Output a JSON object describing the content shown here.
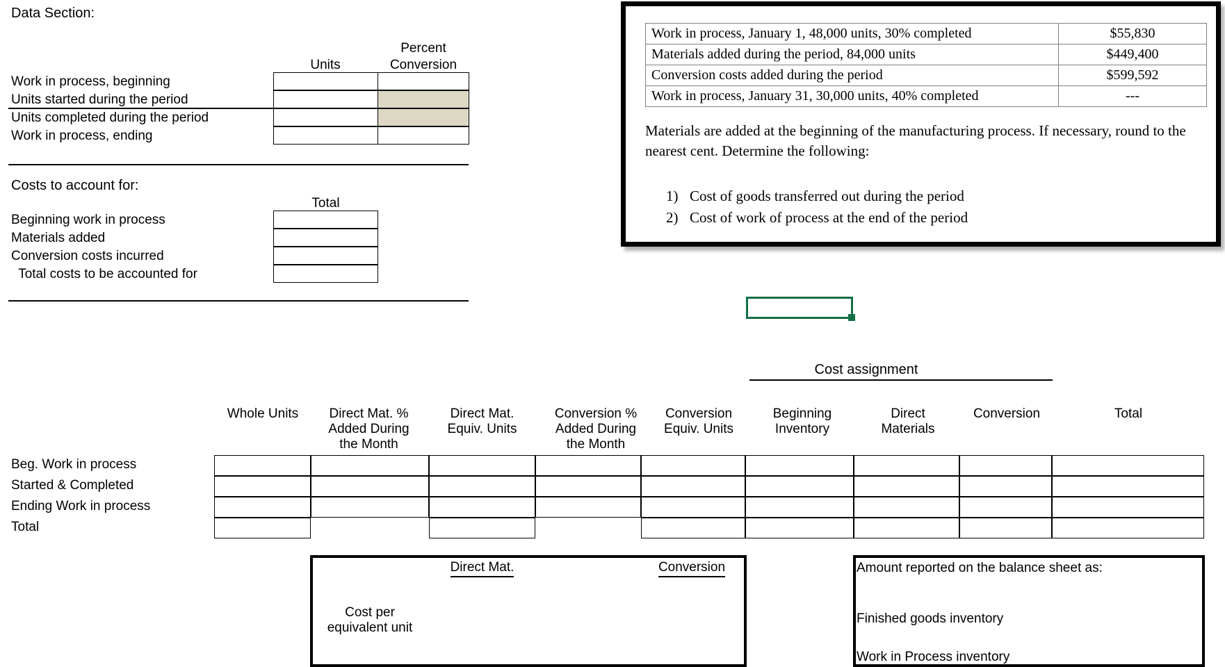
{
  "data_section": {
    "title": "Data Section:",
    "headers": {
      "units": "Units",
      "percent": "Percent",
      "conversion": "Conversion"
    },
    "rows": [
      {
        "label": "Work in process, beginning",
        "units": "",
        "conversion": "",
        "shaded": false
      },
      {
        "label": "Units started during the period",
        "units": "",
        "conversion": "",
        "shaded": true
      },
      {
        "label": "Units completed during the period",
        "units": "",
        "conversion": "",
        "shaded": true
      },
      {
        "label": "Work in process, ending",
        "units": "",
        "conversion": "",
        "shaded": false
      }
    ]
  },
  "costs_section": {
    "title": "Costs to account for:",
    "header_total": "Total",
    "rows": [
      {
        "label": "Beginning work in process",
        "total": ""
      },
      {
        "label": "Materials added",
        "total": ""
      },
      {
        "label": "Conversion costs incurred",
        "total": ""
      },
      {
        "label": "  Total costs to be accounted for",
        "total": ""
      }
    ]
  },
  "problem": {
    "table_rows": [
      {
        "description": "Work in process, January 1, 48,000 units, 30% completed",
        "amount": "$55,830"
      },
      {
        "description": "Materials added during the period, 84,000 units",
        "amount": "$449,400"
      },
      {
        "description": "Conversion costs added during the period",
        "amount": "$599,592"
      },
      {
        "description": "Work in process, January 31, 30,000 units, 40% completed",
        "amount": "---"
      }
    ],
    "paragraph": "Materials are added at the beginning of the manufacturing process. If necessary, round to the nearest cent.  Determine the following:",
    "items": [
      {
        "number": "1)",
        "text": "Cost of goods transferred out during the period"
      },
      {
        "number": "2)",
        "text": "Cost of work of process at the end of the period"
      }
    ]
  },
  "selection": {
    "value": "",
    "border_color": "#137045"
  },
  "cost_assignment": {
    "title": "Cost assignment",
    "columns": [
      "Whole Units",
      "Direct Mat. % Added During the Month",
      "Direct Mat. Equiv. Units",
      "Conversion % Added During the Month",
      "Conversion Equiv. Units",
      "Beginning Inventory",
      "Direct Materials",
      "Conversion",
      "Total"
    ],
    "column_lines": [
      [
        "",
        "",
        "Whole Units"
      ],
      [
        "Direct Mat. %",
        "Added During",
        "the Month"
      ],
      [
        "",
        "Direct Mat.",
        "Equiv. Units"
      ],
      [
        "Conversion %",
        "Added During",
        "the Month"
      ],
      [
        "",
        "Conversion",
        "Equiv. Units"
      ],
      [
        "",
        "Beginning",
        "Inventory"
      ],
      [
        "",
        "Direct",
        "Materials"
      ],
      [
        "",
        "",
        "Conversion"
      ],
      [
        "",
        "",
        "Total"
      ]
    ],
    "rows": [
      {
        "label": "Beg. Work in process",
        "cells": [
          "",
          "",
          "",
          "",
          "",
          "",
          "",
          "",
          ""
        ]
      },
      {
        "label": "Started & Completed",
        "cells": [
          "",
          "",
          "",
          "",
          "",
          "",
          "",
          "",
          ""
        ]
      },
      {
        "label": "Ending Work in process",
        "cells": [
          "",
          "",
          "",
          "",
          "",
          "",
          "",
          "",
          ""
        ]
      },
      {
        "label": "Total",
        "cells": [
          "",
          "",
          "",
          "",
          "",
          "",
          "",
          "",
          ""
        ]
      }
    ]
  },
  "cost_per_unit_box": {
    "header_direct_mat": "Direct Mat.",
    "header_conversion": "Conversion",
    "label_line1": "Cost per",
    "label_line2": "equivalent unit",
    "value_direct_mat": "",
    "value_conversion": ""
  },
  "balance_sheet_box": {
    "title": "Amount reported on the balance sheet as:",
    "lines": [
      "Finished goods inventory",
      "Work in Process inventory"
    ]
  }
}
